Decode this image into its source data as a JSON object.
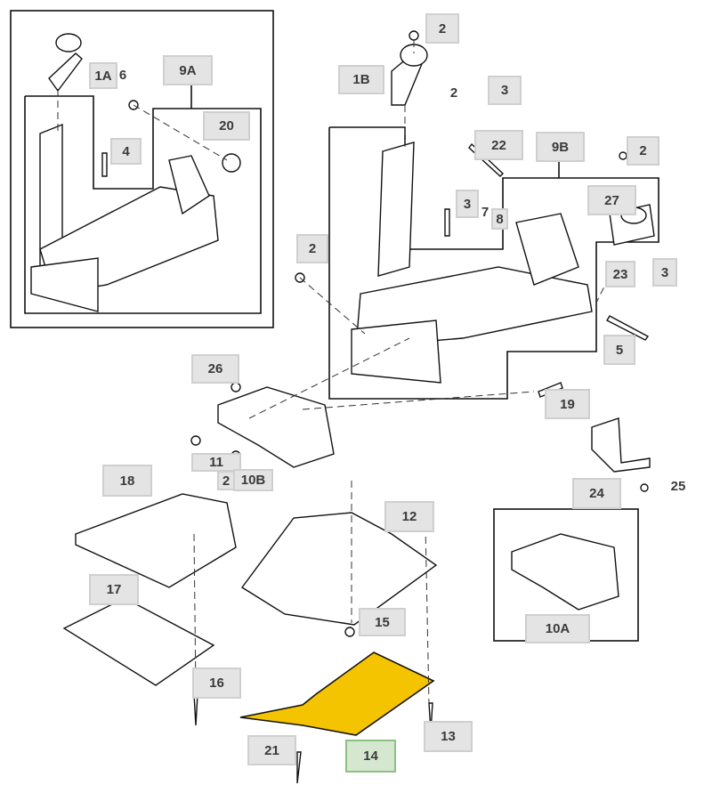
{
  "diagram": {
    "title": "Parts diagram - frame, mounting brackets and shields",
    "highlight_color": "#f5c400",
    "selected_callout": "14",
    "callouts": {
      "c2a": "2",
      "c1a": "1A",
      "c6": "6",
      "c9a": "9A",
      "c1b": "1B",
      "c2b": "2",
      "c3a": "3",
      "c20": "20",
      "c4": "4",
      "c22": "22",
      "c9b": "9B",
      "c2c": "2",
      "c3b": "3",
      "c7": "7",
      "c8": "8",
      "c27": "27",
      "c2d": "2",
      "c23": "23",
      "c3c": "3",
      "c5": "5",
      "c26": "26",
      "c19": "19",
      "c11": "11",
      "c2e": "2",
      "c10b": "10B",
      "c18": "18",
      "c24": "24",
      "c25": "25",
      "c12": "12",
      "c17": "17",
      "c15": "15",
      "c10a": "10A",
      "c16": "16",
      "c13": "13",
      "c21": "21",
      "c14": "14"
    }
  }
}
